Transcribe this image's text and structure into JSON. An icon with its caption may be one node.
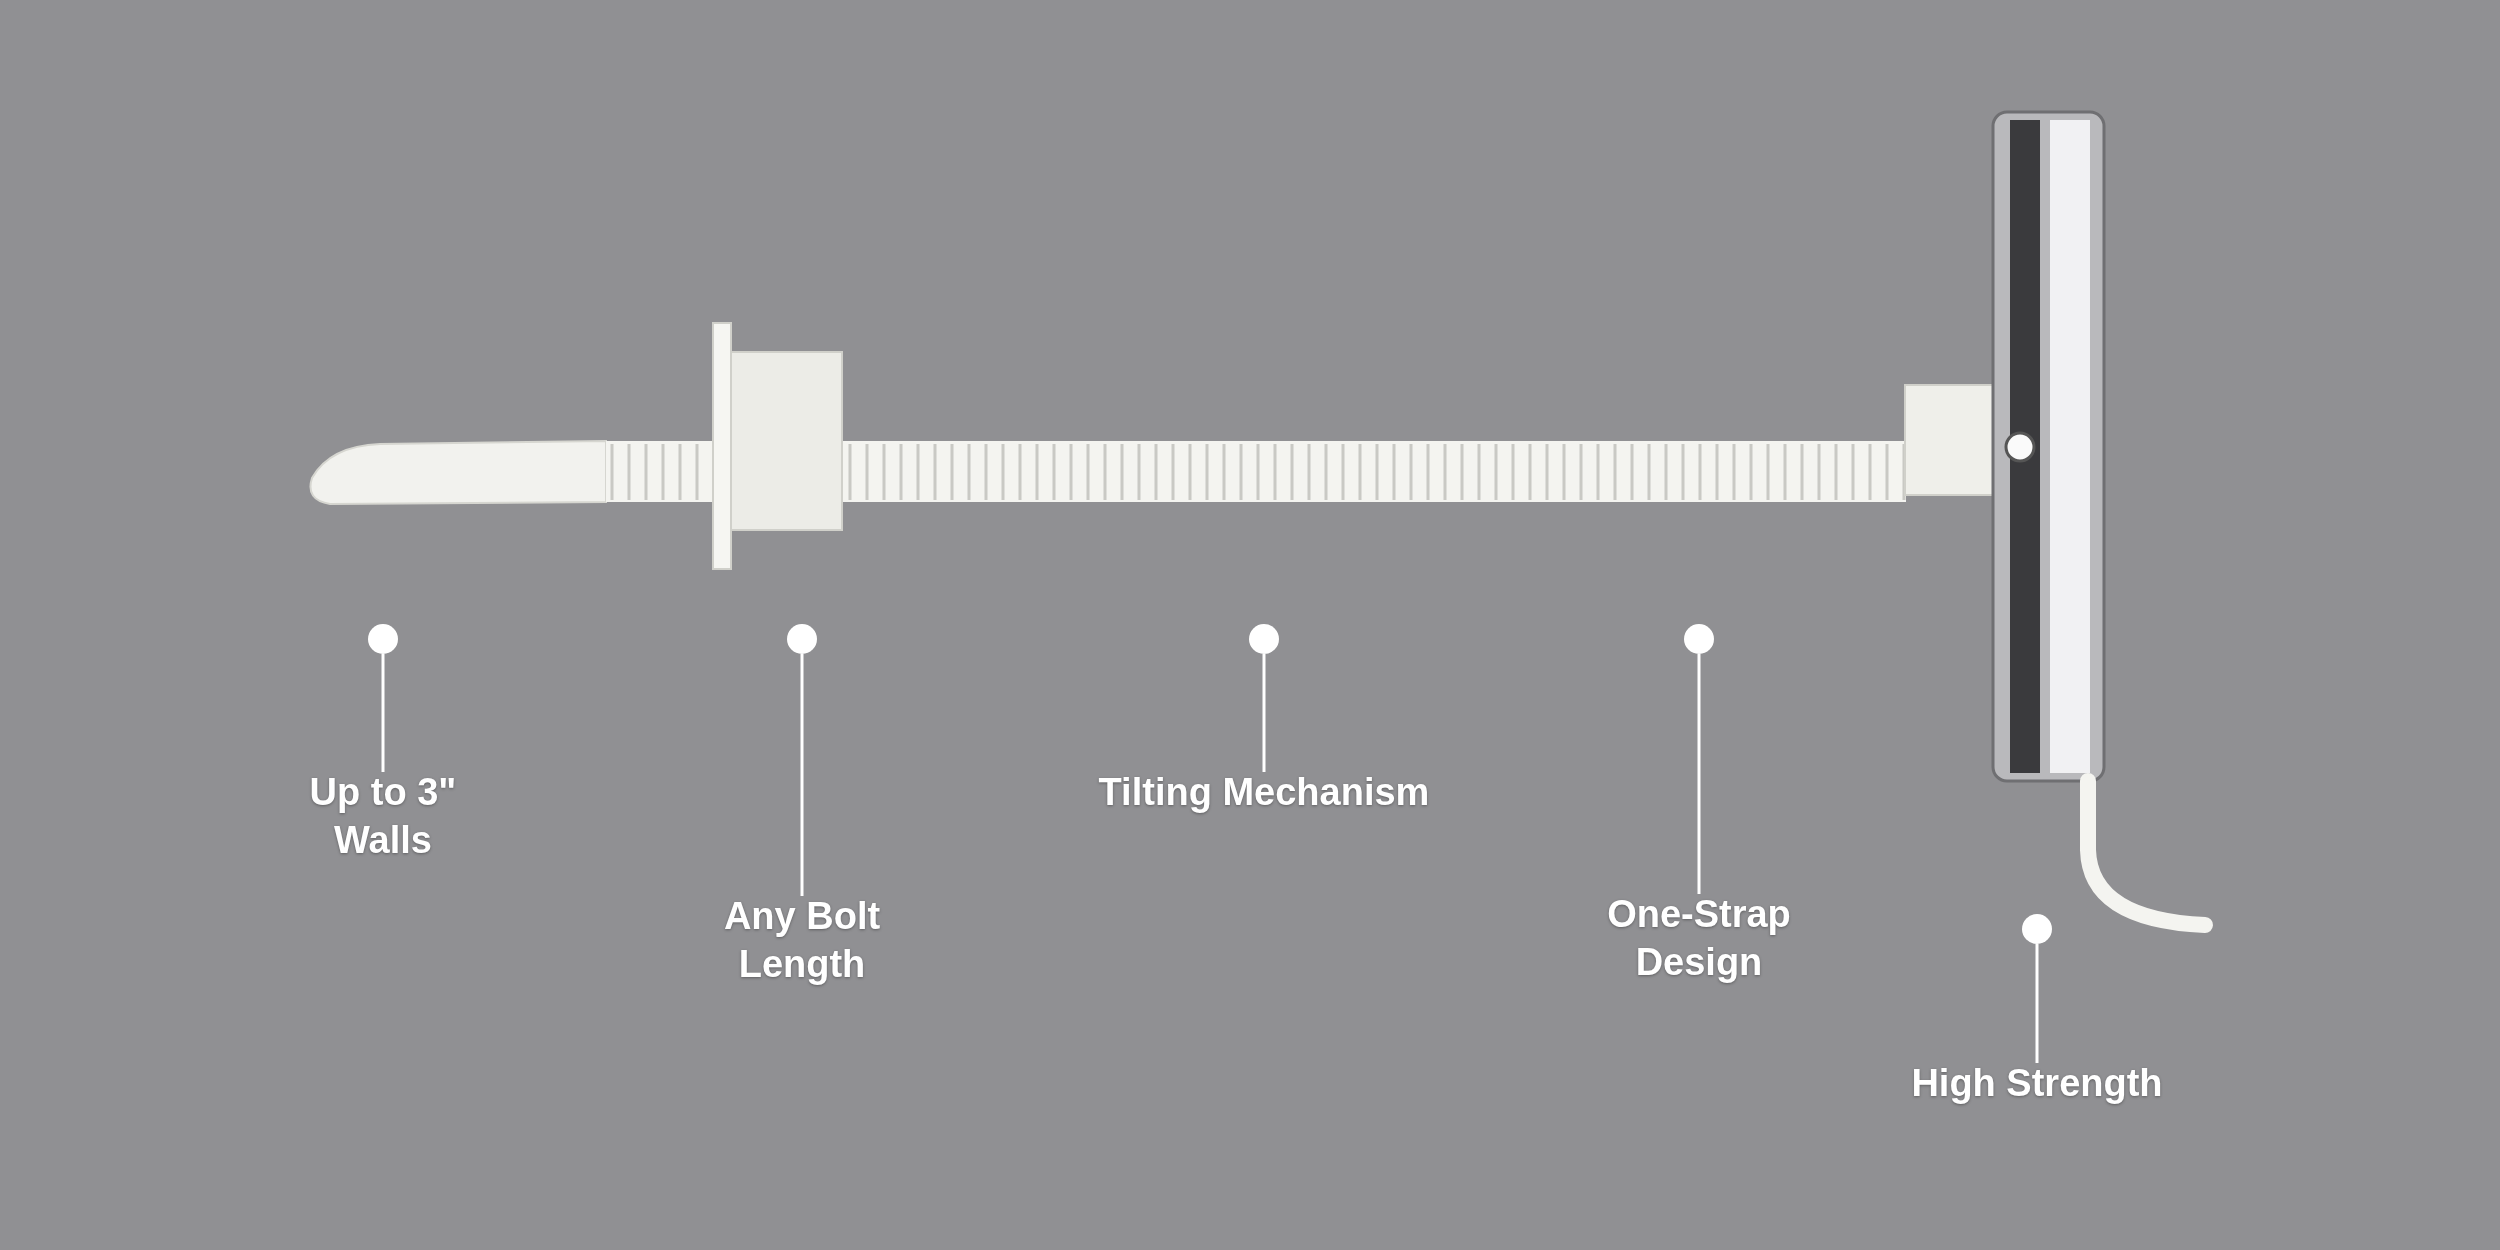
{
  "diagram": {
    "nodes": [
      {
        "text": [],
        "shape": "circle"
      },
      {
        "text": [],
        "shape": "circle"
      },
      {
        "text": [],
        "shape": "circle"
      },
      {
        "text": [],
        "shape": "circle"
      },
      {
        "text": [],
        "shape": "circle"
      },
      {
        "text": [
          "Up to 3\" Walls"
        ]
      },
      {
        "text": [
          "Any Bolt Length"
        ]
      },
      {
        "text": [
          "Tilting Mechanism"
        ]
      },
      {
        "text": [
          "One-Strap Design"
        ]
      },
      {
        "text": [
          "High Strength"
        ]
      }
    ],
    "edges": [
      {
        "from": 5,
        "to": 0,
        "arrow": "none"
      },
      {
        "from": 6,
        "to": 1,
        "arrow": "none"
      },
      {
        "from": 7,
        "to": 2,
        "arrow": "none"
      },
      {
        "from": 8,
        "to": 3,
        "arrow": "none"
      },
      {
        "from": 9,
        "to": 4,
        "arrow": "none"
      }
    ]
  }
}
